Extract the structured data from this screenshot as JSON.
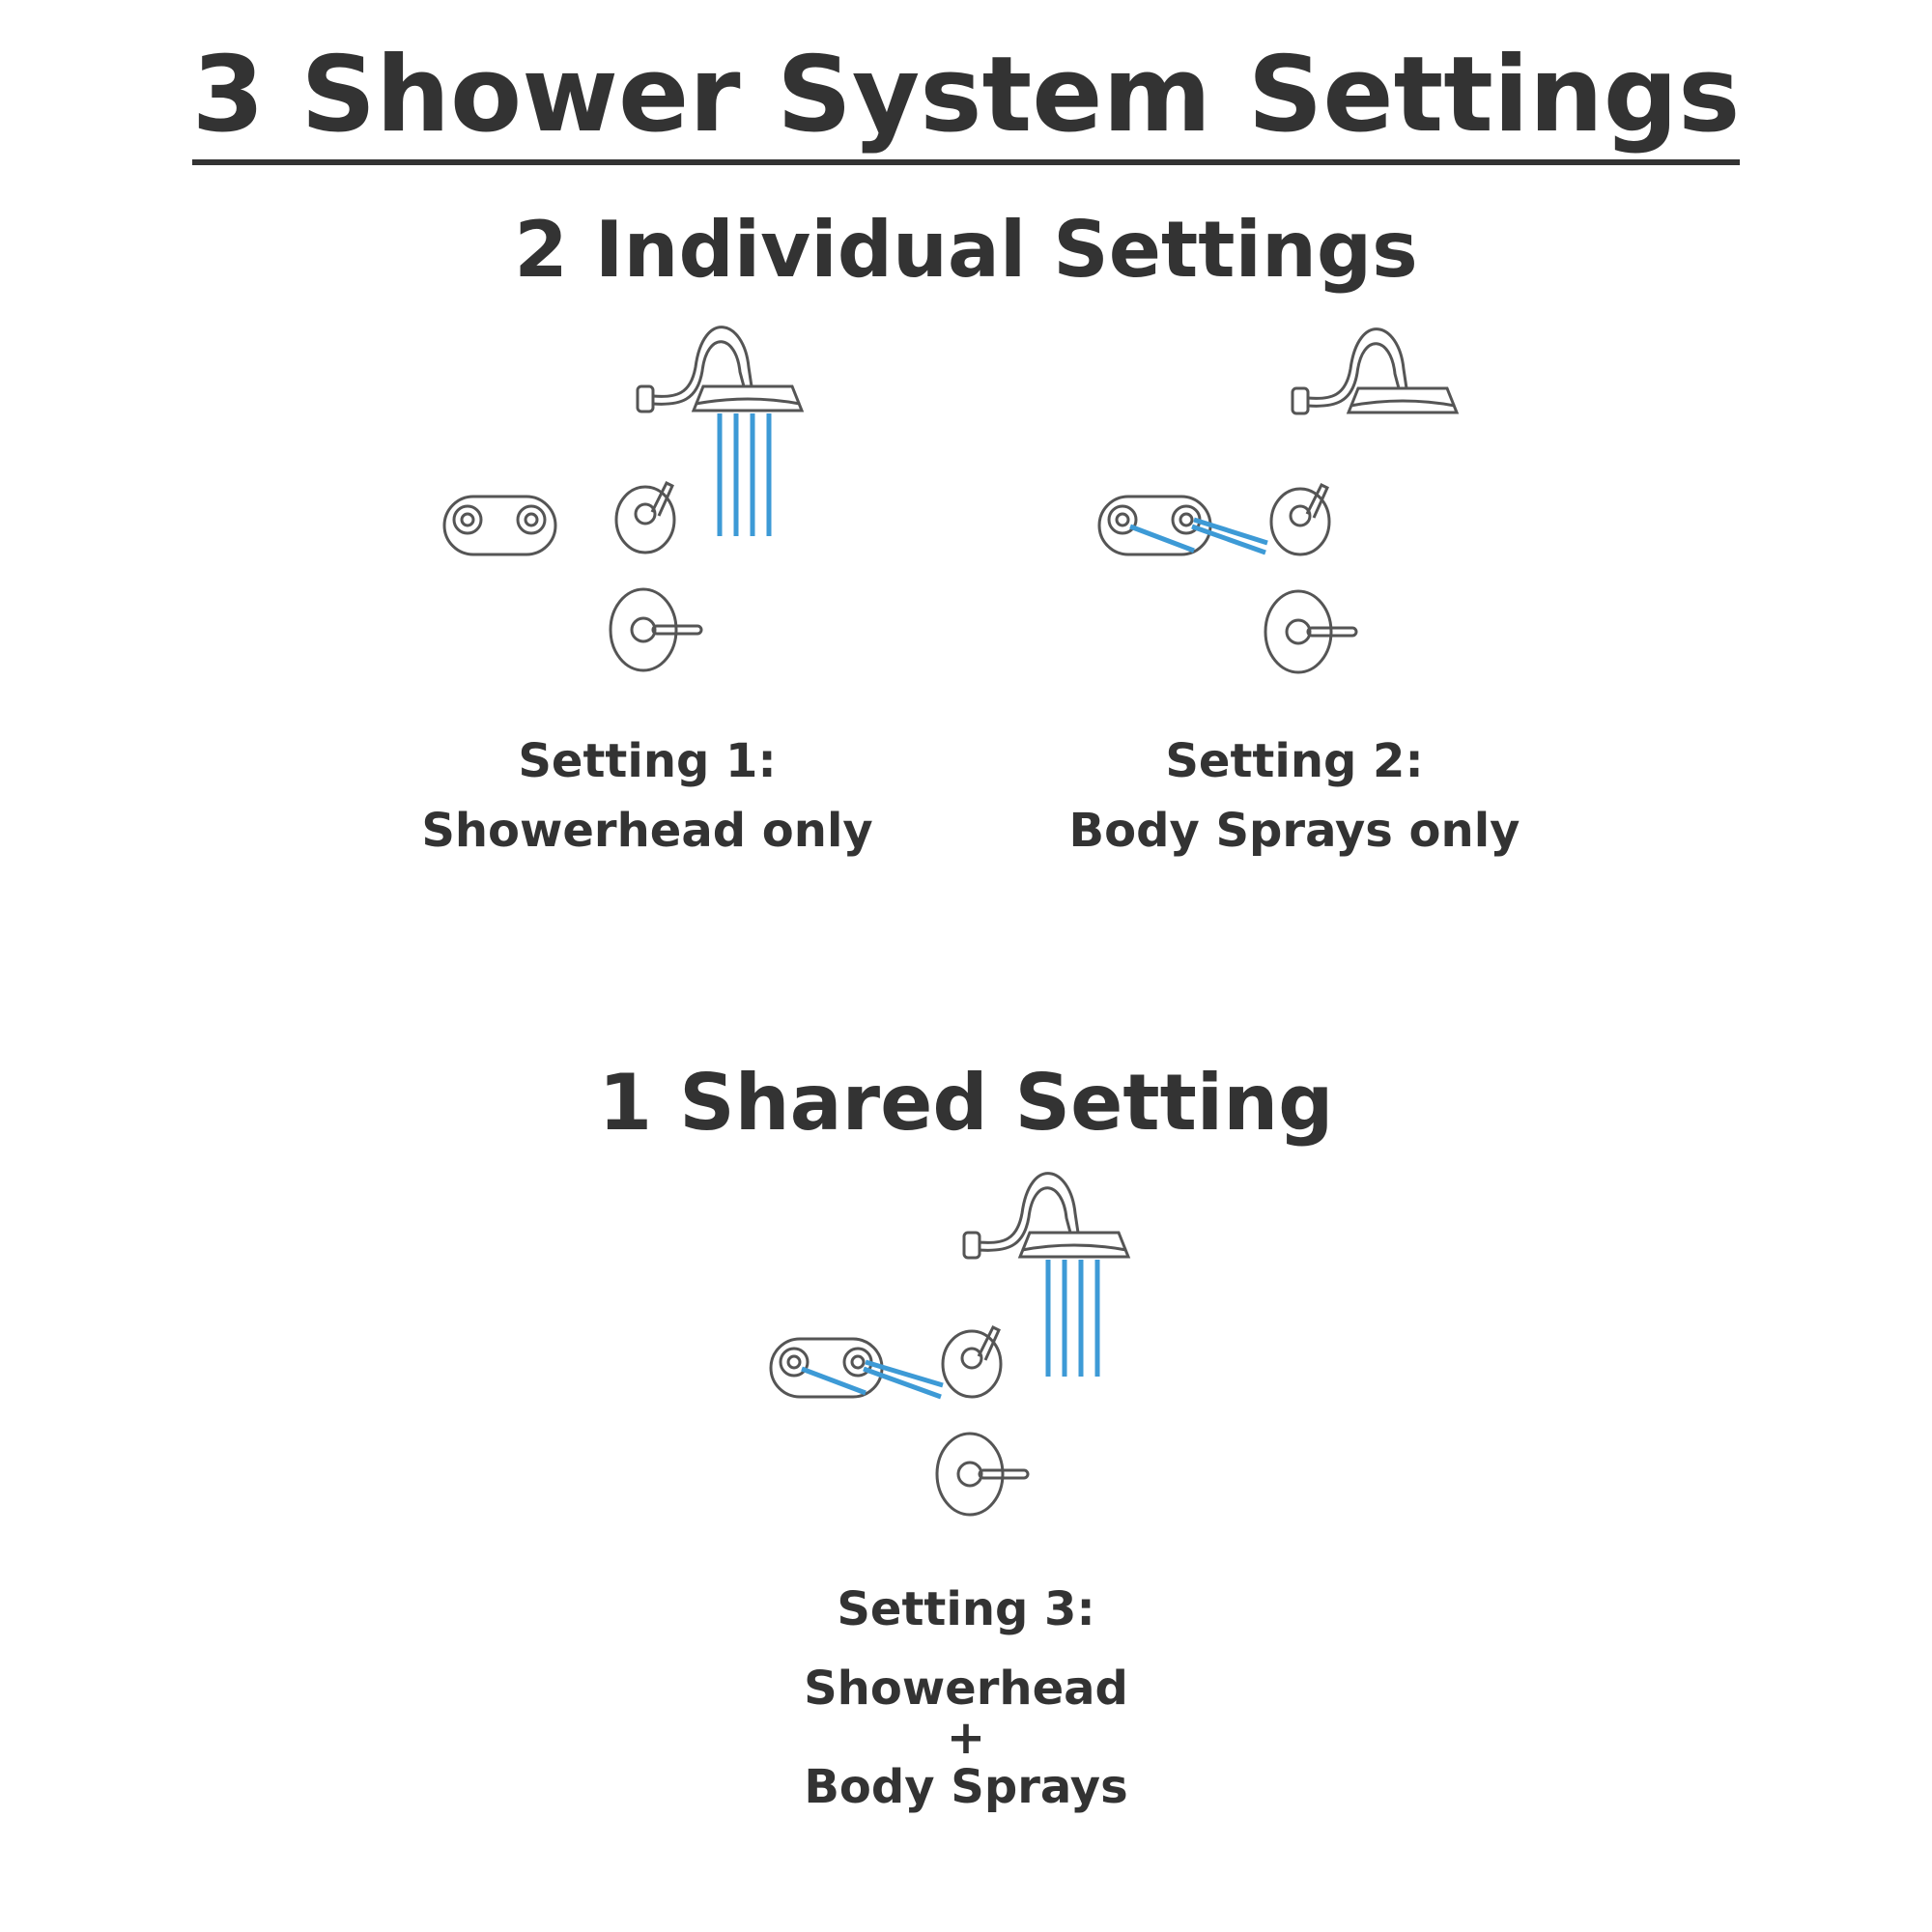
{
  "title": "3 Shower System Settings",
  "individual_heading": "2 Individual Settings",
  "shared_heading": "1 Shared Setting",
  "settings": [
    {
      "line1": "Setting 1:",
      "line2": "Showerhead only"
    },
    {
      "line1": "Setting 2:",
      "line2": "Body Sprays only"
    },
    {
      "line1": "Setting 3:",
      "line2": "Showerhead",
      "plus": "+",
      "line3": "Body Sprays"
    }
  ],
  "colors": {
    "water": "#3d9ad6",
    "text": "#333333",
    "line": "#555555"
  }
}
